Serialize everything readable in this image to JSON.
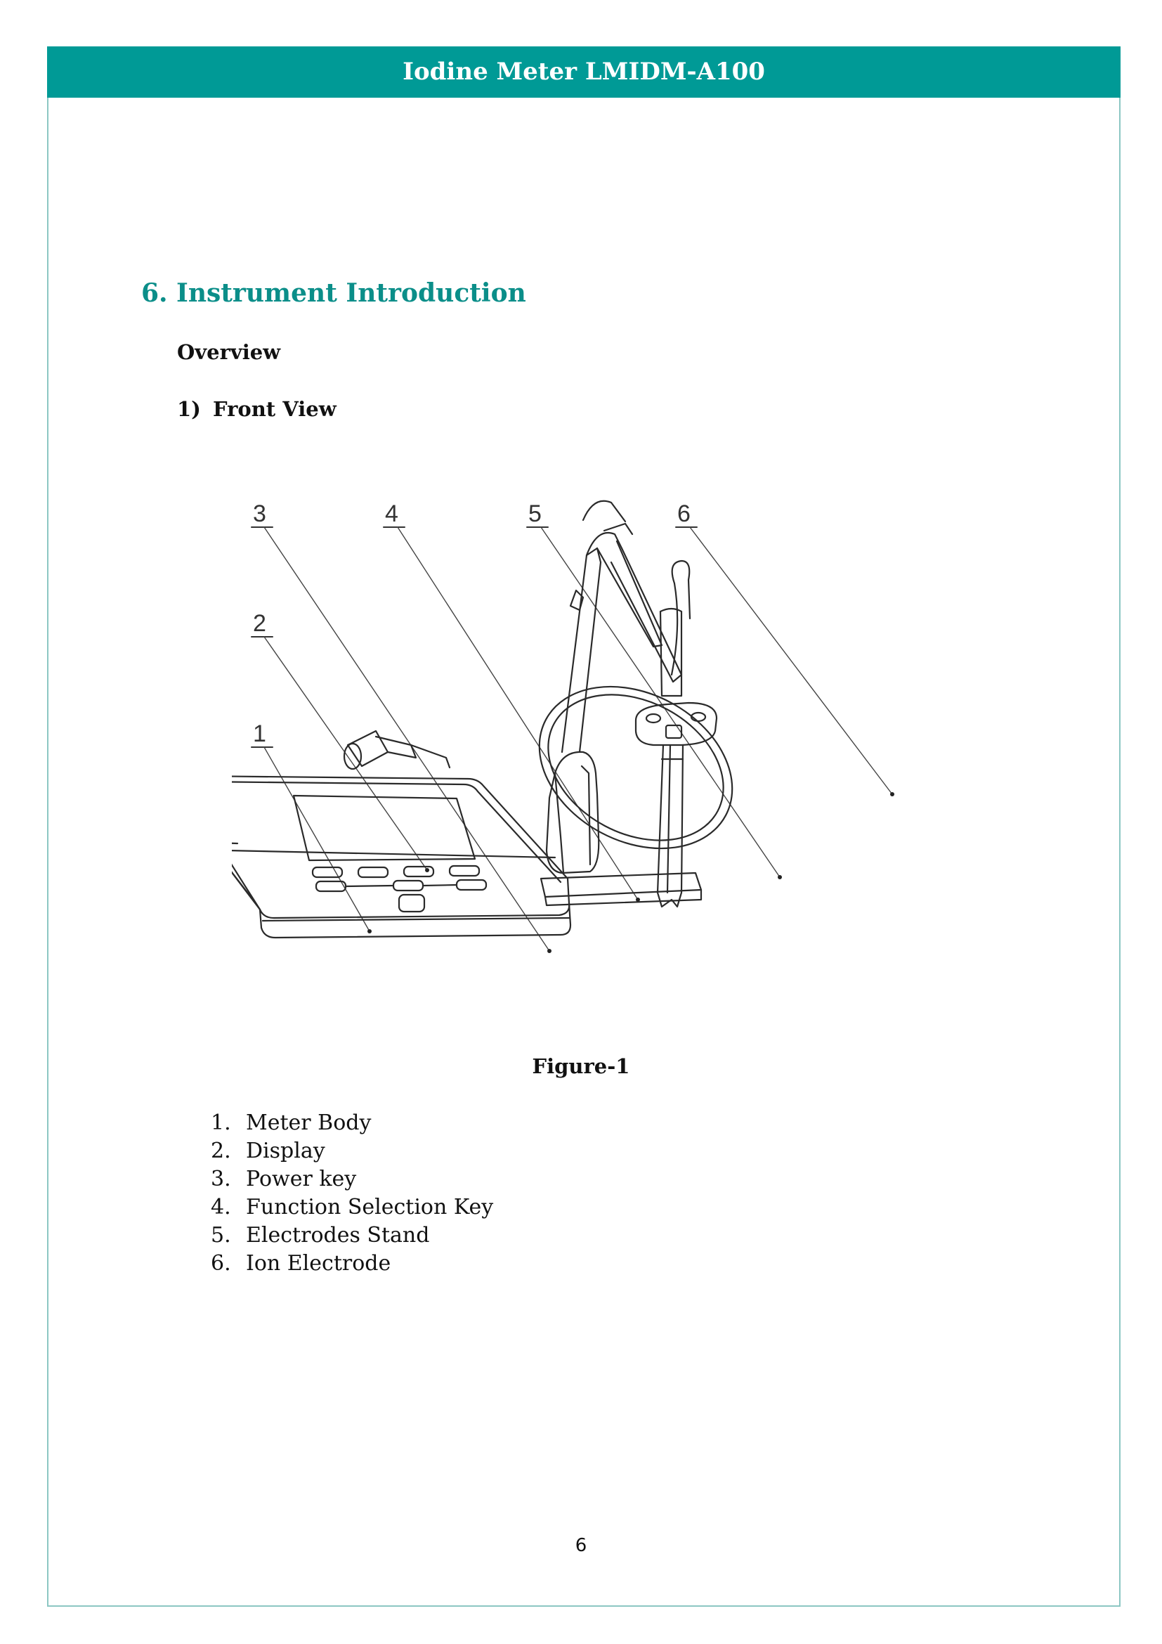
{
  "header": {
    "title": "Iodine Meter LMIDM-A100"
  },
  "section": {
    "number": "6.",
    "title": "Instrument Introduction"
  },
  "overview": "Overview",
  "subsection": {
    "number": "1)",
    "title": "Front View"
  },
  "figure": {
    "callouts": [
      "3",
      "4",
      "5",
      "6",
      "2",
      "1"
    ],
    "caption": "Figure-1"
  },
  "legend": [
    {
      "num": "1.",
      "label": "Meter Body"
    },
    {
      "num": "2.",
      "label": "Display"
    },
    {
      "num": "3.",
      "label": "Power key"
    },
    {
      "num": "4.",
      "label": "Function Selection Key"
    },
    {
      "num": "5.",
      "label": "Electrodes Stand"
    },
    {
      "num": "6.",
      "label": "Ion Electrode"
    }
  ],
  "page_number": "6",
  "colors": {
    "header_bg": "#009a96",
    "section_title": "#0b8e89",
    "frame": "#8cc7c3"
  }
}
